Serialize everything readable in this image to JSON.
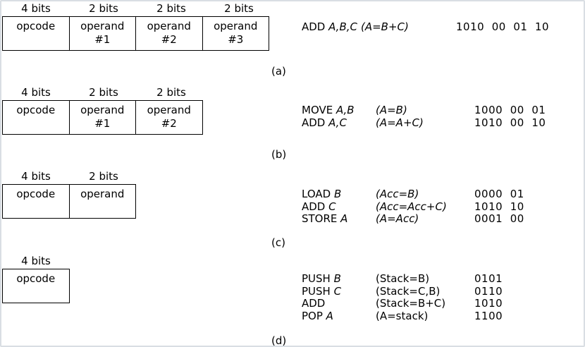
{
  "sections": [
    {
      "bits": [
        "4 bits",
        "2 bits",
        "2 bits",
        "2 bits"
      ],
      "fields": [
        [
          "opcode"
        ],
        [
          "operand",
          "#1"
        ],
        [
          "operand",
          "#2"
        ],
        [
          "operand",
          "#3"
        ]
      ],
      "instructions": [
        {
          "op": "ADD ",
          "args": "A,B,C",
          "effect": "(A=B+C)",
          "code": "1010  00  01  10"
        }
      ],
      "caption": "(a)"
    },
    {
      "bits": [
        "4 bits",
        "2 bits",
        "2 bits"
      ],
      "fields": [
        [
          "opcode"
        ],
        [
          "operand",
          "#1"
        ],
        [
          "operand",
          "#2"
        ]
      ],
      "instructions": [
        {
          "op": "MOVE ",
          "args": "A,B",
          "effect": "(A=B)",
          "code": "1000  00  01"
        },
        {
          "op": "ADD ",
          "args": "A,C",
          "effect": "(A=A+C)",
          "code": "1010  00  10"
        }
      ],
      "caption": "(b)"
    },
    {
      "bits": [
        "4 bits",
        "2 bits"
      ],
      "fields": [
        [
          "opcode"
        ],
        [
          "operand"
        ]
      ],
      "instructions": [
        {
          "op": "LOAD ",
          "args": "B",
          "effect": "(Acc=B)",
          "code": "0000  01"
        },
        {
          "op": "ADD ",
          "args": "C",
          "effect": "(Acc=Acc+C)",
          "code": "1010  10"
        },
        {
          "op": "STORE ",
          "args": "A",
          "effect": "(A=Acc)",
          "code": "0001  00"
        }
      ],
      "caption": "(c)"
    },
    {
      "bits": [
        "4 bits"
      ],
      "fields": [
        [
          "opcode"
        ]
      ],
      "instructions": [
        {
          "op": "PUSH ",
          "args": "B",
          "effect": "(Stack=B)",
          "code": "0101"
        },
        {
          "op": "PUSH ",
          "args": "C",
          "effect": "(Stack=C,B)",
          "code": "0110"
        },
        {
          "op": "ADD",
          "args": "",
          "effect": "(Stack=B+C)",
          "code": "1010"
        },
        {
          "op": "POP ",
          "args": "A",
          "effect": "(A=stack)",
          "code": "1100"
        }
      ],
      "caption": "(d)"
    }
  ]
}
